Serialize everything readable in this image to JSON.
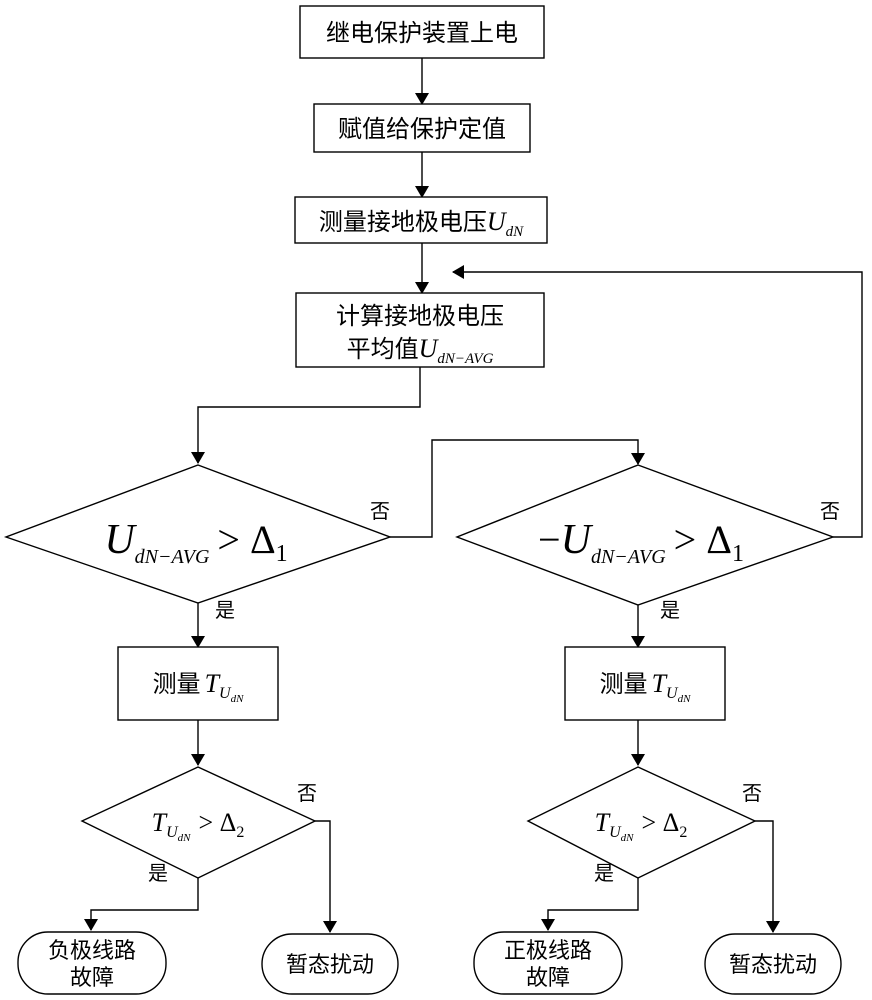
{
  "nodes": {
    "power_on": "继电保护装置上电",
    "assign": "赋值给保护定值",
    "measure_voltage": {
      "prefix": "测量接地极电压",
      "var": "U",
      "sub": "dN"
    },
    "compute_avg": {
      "line1": "计算接地极电压",
      "prefix": "平均值",
      "var": "U",
      "sub": "dN−AVG"
    },
    "decision_left": {
      "var": "U",
      "sub": "dN−AVG",
      "op": "> Δ",
      "idx": "1"
    },
    "decision_right": {
      "neg": "−",
      "var": "U",
      "sub": "dN−AVG",
      "op": "> Δ",
      "idx": "1"
    },
    "measure_t_left": {
      "prefix": "测量",
      "var": "T",
      "sub_var": "U",
      "sub_sub": "dN"
    },
    "measure_t_right": {
      "prefix": "测量",
      "var": "T",
      "sub_var": "U",
      "sub_sub": "dN"
    },
    "decision_t_left": {
      "var": "T",
      "sub_var": "U",
      "sub_sub": "dN",
      "op": "> Δ",
      "idx": "2"
    },
    "decision_t_right": {
      "var": "T",
      "sub_var": "U",
      "sub_sub": "dN",
      "op": "> Δ",
      "idx": "2"
    },
    "neg_fault": {
      "line1": "负极线路",
      "line2": "故障"
    },
    "transient_left": "暂态扰动",
    "pos_fault": {
      "line1": "正极线路",
      "line2": "故障"
    },
    "transient_right": "暂态扰动"
  },
  "edge_labels": {
    "yes": "是",
    "no": "否"
  }
}
